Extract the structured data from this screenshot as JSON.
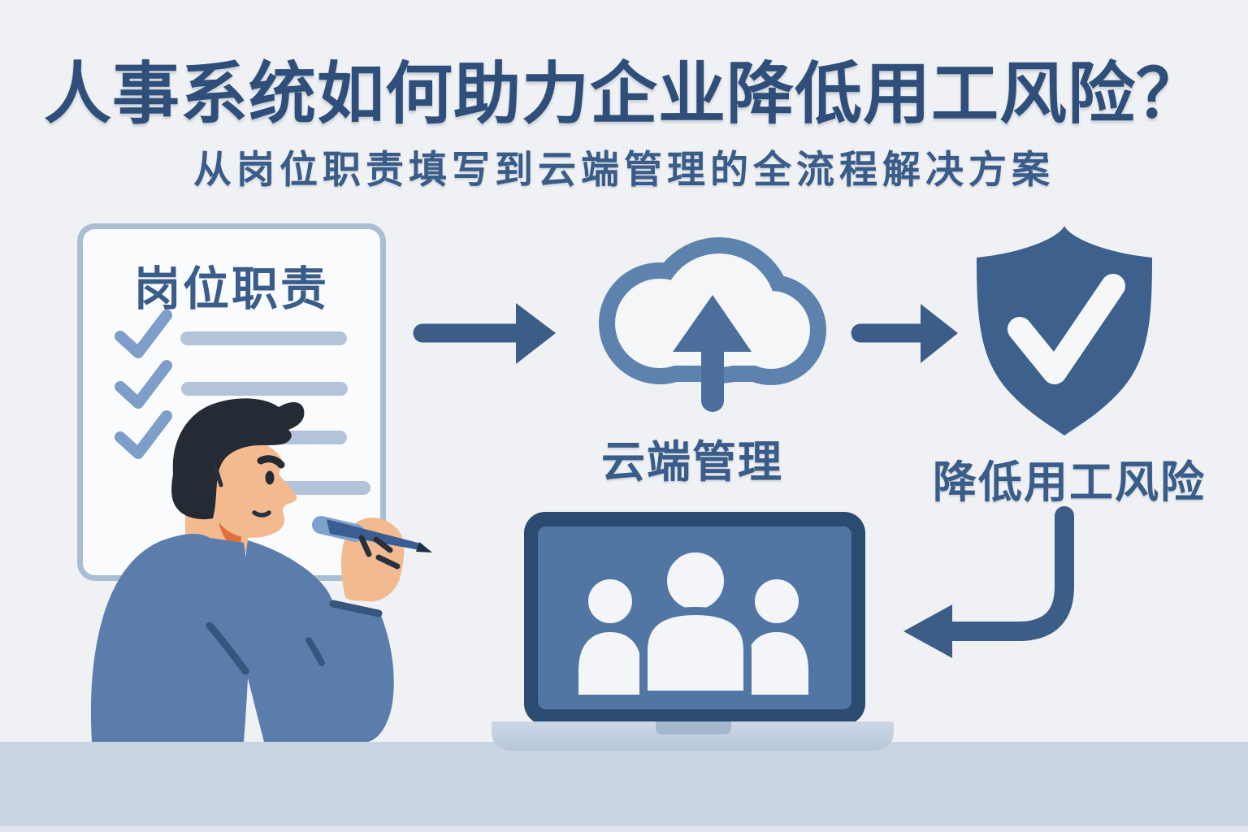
{
  "header": {
    "title": "人事系统如何助力企业降低用工风险？",
    "subtitle": "从岗位职责填写到云端管理的全流程解决方案"
  },
  "checklist": {
    "title": "岗位职责",
    "items": [
      {
        "checked": true
      },
      {
        "checked": true
      },
      {
        "checked": true
      },
      {
        "checked": false
      }
    ]
  },
  "flow": {
    "cloud_label": "云端管理",
    "shield_label": "降低用工风险"
  },
  "icons": [
    "checklist-document",
    "check-icon",
    "arrow-right-icon",
    "cloud-upload-icon",
    "shield-check-icon",
    "curved-arrow-icon",
    "laptop-icon",
    "users-group-icon",
    "pen-icon"
  ],
  "palette": {
    "bg": "#eff1f4",
    "desk": "#c9d4e3",
    "desk-edge": "#dfe5ee",
    "ink": "#2f4f7a",
    "ink-2": "#3a5c88",
    "accent": "#3b5d88",
    "doc-bg": "#fafbfd",
    "doc-border": "#a9bdd3",
    "bar": "#b3c3d9",
    "check": "#7e9ec9",
    "cloud-stroke": "#5d82ae",
    "cloud-fill": "#f4f6f8",
    "upload": "#4b6e9c",
    "shield": "#3d608c",
    "shield-check": "#f5f7f9",
    "frame": "#2c4b70",
    "screen": "#5176a3",
    "user": "#f3f5f8",
    "base-1": "#cdd8e6",
    "base-2": "#b7c6d9",
    "notch": "#a3b7cd",
    "sweater": "#5b7dab",
    "crease": "#35567f",
    "skin": "#f3ba90",
    "shadow-skin": "#e06f3c",
    "hair": "#252b34",
    "line": "#27313d",
    "pen-light": "#7fa2cb",
    "pen-dark": "#3a5e92",
    "pen-tip": "#1e2f49"
  }
}
